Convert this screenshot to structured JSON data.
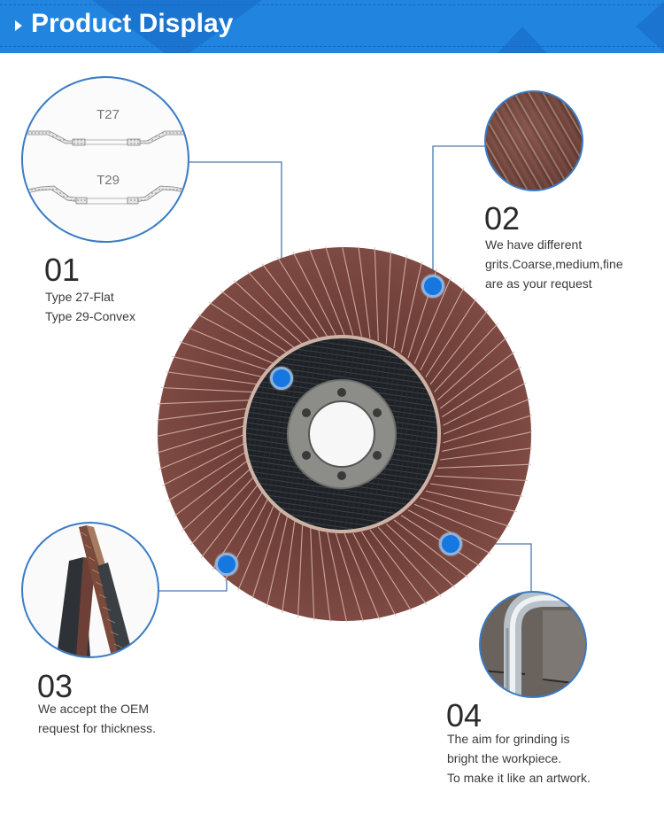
{
  "header": {
    "title": "Product Display",
    "arrow_icon": "triangle-right",
    "color": "#2185e0"
  },
  "features": [
    {
      "number": "01",
      "lines": [
        "Type 27-Flat",
        "Type 29-Convex"
      ],
      "image": "t27-t29-profile-diagram",
      "diagram_labels": [
        "T27",
        "T29"
      ]
    },
    {
      "number": "02",
      "lines": [
        "We have different",
        "grits.Coarse,medium,fine",
        "are as your request"
      ],
      "image": "abrasive-grit-closeup"
    },
    {
      "number": "03",
      "lines": [
        "We accept the OEM",
        "request for thickness."
      ],
      "image": "flap-disc-side-thickness"
    },
    {
      "number": "04",
      "lines": [
        "The aim for grinding is",
        "bright the workpiece.",
        "To make it like an artwork."
      ],
      "image": "polished-metal-tube"
    }
  ],
  "product": {
    "image": "flap-disc",
    "flap_color": "#7a4a42",
    "backing_color": "#1e2226",
    "hub_color": "#8a8a86"
  },
  "colors": {
    "accent": "#1677e0",
    "callout_line": "#4a78b0",
    "circle_border": "#3a7cc4"
  }
}
